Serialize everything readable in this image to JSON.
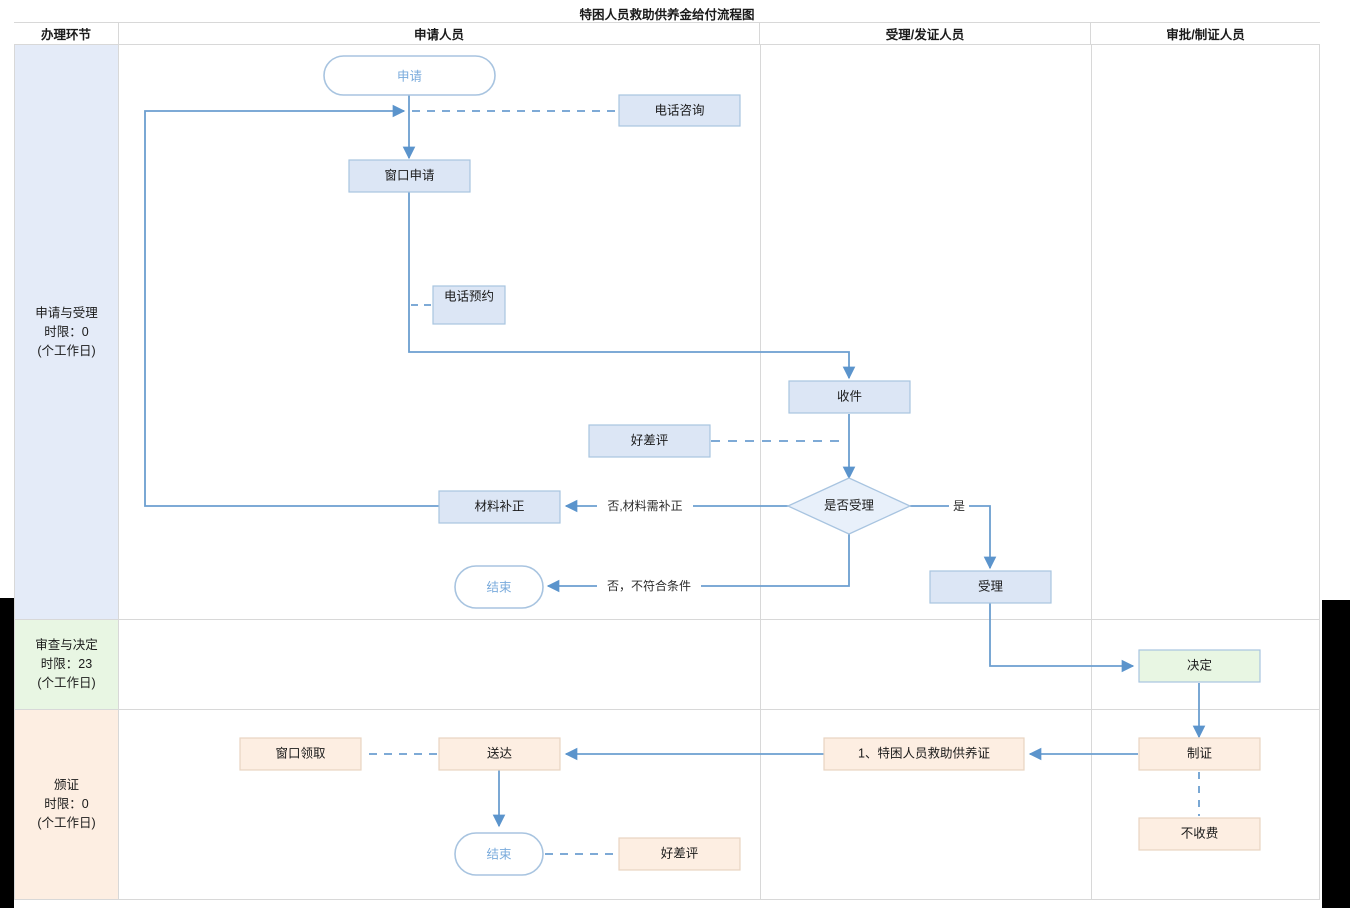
{
  "chart_data": {
    "type": "diagram",
    "title": "特困人员救助供养金给付流程图",
    "columns": [
      "办理环节",
      "申请人员",
      "受理/发证人员",
      "审批/制证人员"
    ],
    "stages": [
      {
        "name": "申请与受理",
        "limit_label": "时限：0",
        "unit": "(个工作日)",
        "color": "#e4ebf8"
      },
      {
        "name": "审查与决定",
        "limit_label": "时限：23",
        "unit": "(个工作日)",
        "color": "#e8f6e3"
      },
      {
        "name": "颁证",
        "limit_label": "时限：0",
        "unit": "(个工作日)",
        "color": "#fdeee2"
      }
    ],
    "nodes": [
      {
        "id": "apply",
        "label": "申请",
        "shape": "terminal",
        "lane": "申请人员",
        "stage": "申请与受理"
      },
      {
        "id": "phone_ask",
        "label": "电话咨询",
        "shape": "box",
        "lane": "申请人员",
        "stage": "申请与受理"
      },
      {
        "id": "window",
        "label": "窗口申请",
        "shape": "box",
        "lane": "申请人员",
        "stage": "申请与受理"
      },
      {
        "id": "phone_bk",
        "label": "电话预约",
        "shape": "box",
        "lane": "申请人员",
        "stage": "申请与受理"
      },
      {
        "id": "receive",
        "label": "收件",
        "shape": "box",
        "lane": "受理/发证人员",
        "stage": "申请与受理"
      },
      {
        "id": "review1",
        "label": "好差评",
        "shape": "box",
        "lane": "申请人员",
        "stage": "申请与受理"
      },
      {
        "id": "decide",
        "label": "是否受理",
        "shape": "diamond",
        "lane": "受理/发证人员",
        "stage": "申请与受理"
      },
      {
        "id": "fix",
        "label": "材料补正",
        "shape": "box",
        "lane": "申请人员",
        "stage": "申请与受理"
      },
      {
        "id": "end1",
        "label": "结束",
        "shape": "terminal",
        "lane": "申请人员",
        "stage": "申请与受理"
      },
      {
        "id": "accept",
        "label": "受理",
        "shape": "box",
        "lane": "受理/发证人员",
        "stage": "申请与受理"
      },
      {
        "id": "decision",
        "label": "决定",
        "shape": "box",
        "lane": "审批/制证人员",
        "stage": "审查与决定"
      },
      {
        "id": "makecert",
        "label": "制证",
        "shape": "box",
        "lane": "审批/制证人员",
        "stage": "颁证"
      },
      {
        "id": "nofee",
        "label": "不收费",
        "shape": "box",
        "lane": "审批/制证人员",
        "stage": "颁证"
      },
      {
        "id": "cert",
        "label": "1、特困人员救助供养证",
        "shape": "box",
        "lane": "受理/发证人员",
        "stage": "颁证"
      },
      {
        "id": "deliver",
        "label": "送达",
        "shape": "box",
        "lane": "申请人员",
        "stage": "颁证"
      },
      {
        "id": "pickup",
        "label": "窗口领取",
        "shape": "box",
        "lane": "申请人员",
        "stage": "颁证"
      },
      {
        "id": "end2",
        "label": "结束",
        "shape": "terminal",
        "lane": "申请人员",
        "stage": "颁证"
      },
      {
        "id": "review2",
        "label": "好差评",
        "shape": "box",
        "lane": "申请人员",
        "stage": "颁证"
      }
    ],
    "edges": [
      {
        "from": "apply",
        "to": "window",
        "label": "",
        "style": "solid"
      },
      {
        "from": "apply",
        "to": "phone_ask",
        "label": "",
        "style": "dashed"
      },
      {
        "from": "window",
        "to": "phone_bk",
        "label": "",
        "style": "dashed"
      },
      {
        "from": "window",
        "to": "receive",
        "label": "",
        "style": "solid"
      },
      {
        "from": "receive",
        "to": "review1",
        "label": "",
        "style": "dashed"
      },
      {
        "from": "receive",
        "to": "decide",
        "label": "",
        "style": "solid"
      },
      {
        "from": "decide",
        "to": "fix",
        "label": "否,材料需补正",
        "style": "solid"
      },
      {
        "from": "decide",
        "to": "accept",
        "label": "是",
        "style": "solid"
      },
      {
        "from": "decide",
        "to": "end1",
        "label": "否，不符合条件",
        "style": "solid"
      },
      {
        "from": "fix",
        "to": "apply",
        "label": "",
        "style": "solid"
      },
      {
        "from": "accept",
        "to": "decision",
        "label": "",
        "style": "solid"
      },
      {
        "from": "decision",
        "to": "makecert",
        "label": "",
        "style": "solid"
      },
      {
        "from": "makecert",
        "to": "nofee",
        "label": "",
        "style": "dashed"
      },
      {
        "from": "makecert",
        "to": "cert",
        "label": "",
        "style": "solid"
      },
      {
        "from": "cert",
        "to": "deliver",
        "label": "",
        "style": "solid"
      },
      {
        "from": "deliver",
        "to": "pickup",
        "label": "",
        "style": "dashed"
      },
      {
        "from": "deliver",
        "to": "end2",
        "label": "",
        "style": "solid"
      },
      {
        "from": "end2",
        "to": "review2",
        "label": "",
        "style": "dashed"
      }
    ],
    "colors": {
      "blue_fill": "#dce6f5",
      "green_fill": "#e8f6e3",
      "peach_fill": "#fdeee2",
      "node_border": "#a8c4e0",
      "connector": "#6c9fd0",
      "terminal_text": "#7aabdc",
      "grid": "#d8d8d8"
    }
  },
  "diagram": {
    "title": "特困人员救助供养金给付流程图",
    "headers": {
      "stage": "办理环节",
      "applicant": "申请人员",
      "acceptor": "受理/发证人员",
      "approver": "审批/制证人员"
    },
    "stages": [
      {
        "name": "申请与受理",
        "limit": "时限：0",
        "unit": "(个工作日)"
      },
      {
        "name": "审查与决定",
        "limit": "时限：23",
        "unit": "(个工作日)"
      },
      {
        "name": "颁证",
        "limit": "时限：0",
        "unit": "(个工作日)"
      }
    ],
    "labels": {
      "apply": "申请",
      "phone_ask": "电话咨询",
      "window": "窗口申请",
      "phone_bk": "电话预约",
      "receive": "收件",
      "review1": "好差评",
      "decide": "是否受理",
      "fix": "材料补正",
      "end1": "结束",
      "accept": "受理",
      "decision": "决定",
      "makecert": "制证",
      "nofee": "不收费",
      "cert": "1、特困人员救助供养证",
      "deliver": "送达",
      "pickup": "窗口领取",
      "end2": "结束",
      "review2": "好差评",
      "edge_no_fix": "否,材料需补正",
      "edge_yes": "是",
      "edge_no_cond": "否，不符合条件"
    }
  }
}
